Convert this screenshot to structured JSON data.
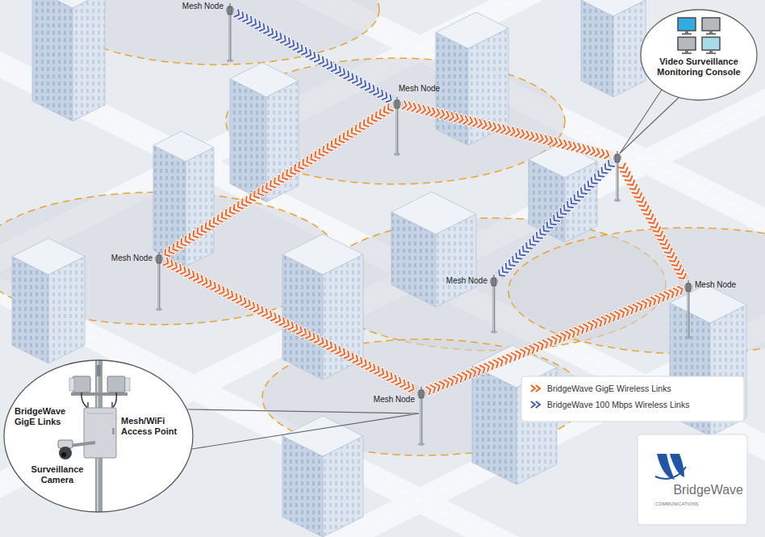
{
  "diagram": {
    "nodes": [
      {
        "text": [
          "Mesh Node"
        ]
      },
      {
        "text": [
          "Mesh Node"
        ]
      },
      {
        "text": [
          "Video Surveillance Monitoring Console"
        ]
      },
      {
        "text": [
          "Mesh Node"
        ]
      },
      {
        "text": [
          "Mesh Node"
        ]
      },
      {
        "text": [
          "Mesh Node"
        ]
      },
      {
        "text": [
          "Mesh Node"
        ]
      },
      {
        "text": [
          "BridgeWave GigE Links",
          "Mesh/WiFi Access Point",
          "Surveillance Camera"
        ]
      }
    ],
    "edges": [
      {
        "from": 0,
        "to": 1,
        "arrow": "none"
      },
      {
        "from": 1,
        "to": 3,
        "arrow": "none"
      },
      {
        "from": 1,
        "to": 2,
        "arrow": "none"
      },
      {
        "from": 3,
        "to": 6,
        "arrow": "none"
      },
      {
        "from": 6,
        "to": 5,
        "arrow": "none"
      },
      {
        "from": 2,
        "to": 4,
        "arrow": "none"
      },
      {
        "from": 2,
        "to": 5,
        "arrow": "none"
      }
    ],
    "labels": [
      "BridgeWave",
      "COMMUNICATIONS"
    ],
    "legend": [
      {
        "text": "BridgeWave GigE Wireless Links",
        "color": "#f0672c"
      },
      {
        "text": "BridgeWave 100 Mbps Wireless Links",
        "color": "#4c63b6"
      }
    ]
  }
}
